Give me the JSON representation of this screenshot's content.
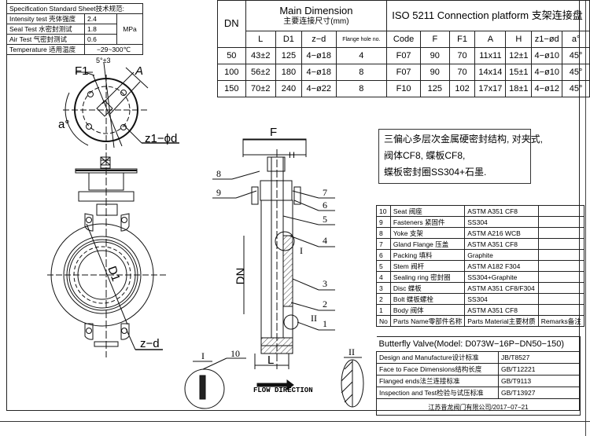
{
  "spec_sheet": {
    "title": "Specification Standard Sheet技术规范:",
    "rows": [
      {
        "label": "Intensity test 壳体强度",
        "value": "2.4"
      },
      {
        "label": "Seal Test 水密封测试",
        "value": "1.8"
      },
      {
        "label": "Air Test  气密封测试",
        "value": "0.6"
      }
    ],
    "unit": "MPa",
    "temperature_label": "Temperature 适用温度",
    "temperature_value": "−29~300℃"
  },
  "main_dimension": {
    "dn_header": "DN",
    "title": "Main Dimension",
    "subtitle": "主要连接尺寸(mm)",
    "iso_title": "ISO 5211 Connection platform 支架连接盘",
    "columns": [
      "L",
      "D1",
      "z−d",
      "Flange hole no.",
      "Code",
      "F",
      "F1",
      "A",
      "H",
      "z1−ød",
      "a°"
    ],
    "rows": [
      [
        "50",
        "43±2",
        "125",
        "4−ø18",
        "4",
        "F07",
        "90",
        "70",
        "11x11",
        "12±1",
        "4−ø10",
        "45°"
      ],
      [
        "100",
        "56±2",
        "180",
        "4−ø18",
        "8",
        "F07",
        "90",
        "70",
        "14x14",
        "15±1",
        "4−ø10",
        "45°"
      ],
      [
        "150",
        "70±2",
        "240",
        "4−ø22",
        "8",
        "F10",
        "125",
        "102",
        "17x17",
        "18±1",
        "4−ø12",
        "45°"
      ]
    ]
  },
  "note": {
    "lines": [
      "三偏心多层次金属硬密封结构, 对夹式,",
      "阀体CF8, 蝶板CF8,",
      "蝶板密封圈SS304+石墨."
    ]
  },
  "parts_list": {
    "rows": [
      {
        "no": "10",
        "name": "Seat 阀座",
        "material": "ASTM A351 CF8",
        "remarks": ""
      },
      {
        "no": "9",
        "name": "Fasteners 紧固件",
        "material": "SS304",
        "remarks": ""
      },
      {
        "no": "8",
        "name": "Yoke 支架",
        "material": "ASTM A216 WCB",
        "remarks": ""
      },
      {
        "no": "7",
        "name": "Gland Flange 压盖",
        "material": "ASTM A351 CF8",
        "remarks": ""
      },
      {
        "no": "6",
        "name": "Packing 填料",
        "material": "Graphite",
        "remarks": ""
      },
      {
        "no": "5",
        "name": "Stem 阀杆",
        "material": "ASTM A182 F304",
        "remarks": ""
      },
      {
        "no": "4",
        "name": "Sealing ring 密封圈",
        "material": "SS304+Graphite",
        "remarks": ""
      },
      {
        "no": "3",
        "name": "Disc 蝶板",
        "material": "ASTM A351 CF8/F304",
        "remarks": ""
      },
      {
        "no": "2",
        "name": "Bolt 蝶板螺栓",
        "material": "SS304",
        "remarks": ""
      },
      {
        "no": "1",
        "name": "Body 阀体",
        "material": "ASTM A351 CF8",
        "remarks": ""
      }
    ],
    "header": {
      "no": "No",
      "name": "Parts Name零部件名称",
      "material": "Parts Material主要材质",
      "remarks": "Remarks备注"
    }
  },
  "title_block": {
    "title": "Butterfly Valve(Model: D073W−16P−DN50−150)",
    "rows": [
      {
        "label": "Design and Manufacture设计标准",
        "value": "JB/T8527"
      },
      {
        "label": "Face to Face Dimensions结构长度",
        "value": "GB/T12221"
      },
      {
        "label": "Flanged ends法兰连接标准",
        "value": "GB/T9113"
      },
      {
        "label": "Inspection and Test检验与试压标准",
        "value": "GB/T13927"
      }
    ],
    "footer": "江苏昔龙阀门有限公司/2017−07−21"
  },
  "drawing_labels": {
    "top_view": {
      "angle": "5°±3",
      "f1": "F1",
      "a_dim": "A",
      "a_angle": "a°",
      "bolt": "z1−ϕd"
    },
    "front_view": {
      "d1": "D1",
      "zd": "z−d"
    },
    "side_view": {
      "f": "F",
      "h": "H",
      "dn": "DN",
      "l": "L",
      "callouts": [
        "1",
        "2",
        "3",
        "4",
        "5",
        "6",
        "7",
        "8",
        "9",
        "10"
      ],
      "detail_1": "I",
      "detail_2": "II"
    },
    "details": {
      "detail_1": "I",
      "detail_1_callout": "10",
      "detail_2": "II"
    },
    "flow": "FLOW DIRECTION"
  }
}
